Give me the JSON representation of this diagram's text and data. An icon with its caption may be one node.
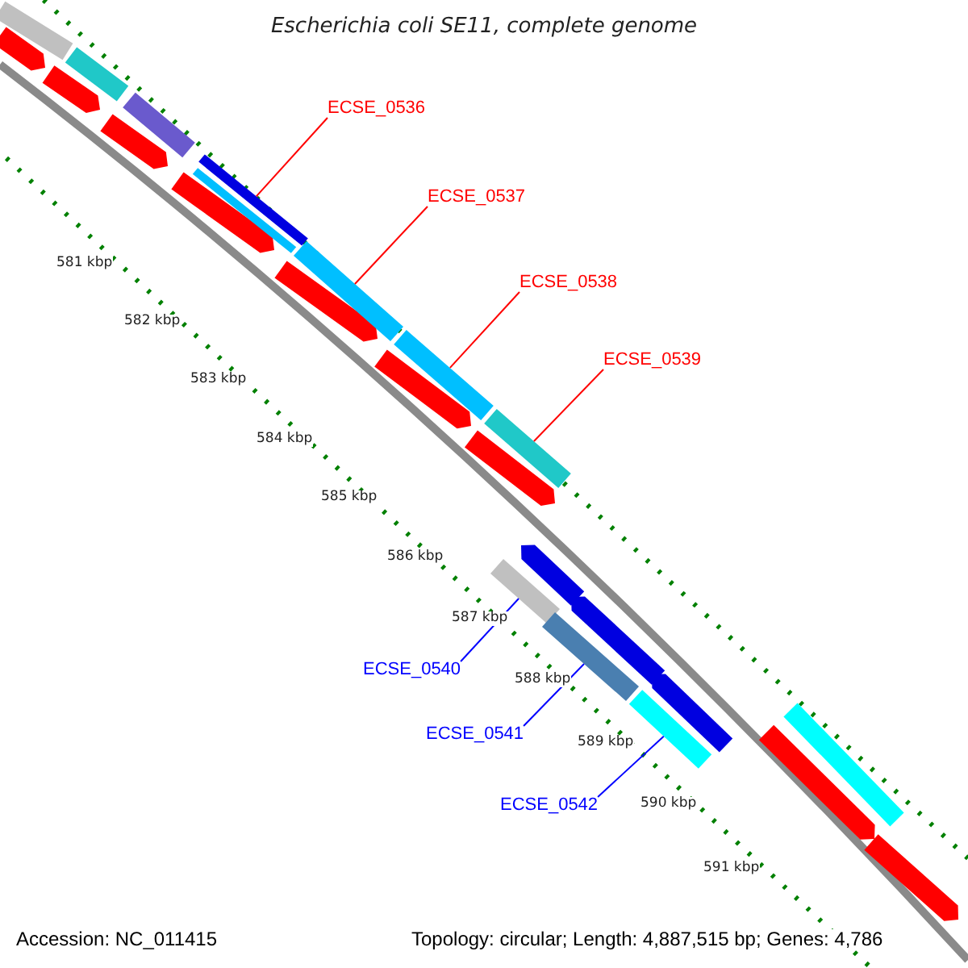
{
  "diagram": {
    "title": "Escherichia coli SE11, complete genome",
    "nodes": [
      {
        "text": [
          "ECSE_0536"
        ]
      },
      {
        "text": [
          "ECSE_0537"
        ]
      },
      {
        "text": [
          "ECSE_0538"
        ]
      },
      {
        "text": [
          "ECSE_0539"
        ]
      },
      {
        "text": [
          "ECSE_0540"
        ]
      },
      {
        "text": [
          "ECSE_0541"
        ]
      },
      {
        "text": [
          "ECSE_0542"
        ]
      },
      {
        "text": [],
        "shape": "bar"
      },
      {
        "text": [],
        "shape": "bar"
      },
      {
        "text": [],
        "shape": "bar"
      },
      {
        "text": [],
        "shape": "bar"
      },
      {
        "text": [],
        "shape": "bar"
      },
      {
        "text": [],
        "shape": "bar"
      },
      {
        "text": [],
        "shape": "bar"
      },
      {
        "text": [],
        "shape": "bar"
      },
      {
        "text": [],
        "shape": "bar"
      }
    ],
    "edges": [
      {
        "from": 0,
        "to": 7,
        "arrow": "none",
        "color": "#ff0000"
      },
      {
        "from": 1,
        "to": 8,
        "arrow": "none",
        "color": "#ff0000"
      },
      {
        "from": 2,
        "to": 9,
        "arrow": "none",
        "color": "#ff0000"
      },
      {
        "from": 3,
        "to": 10,
        "arrow": "none",
        "color": "#ff0000"
      },
      {
        "from": 4,
        "to": 11,
        "arrow": "none",
        "color": "#0000ff"
      },
      {
        "from": 5,
        "to": 12,
        "arrow": "none",
        "color": "#0000ff"
      },
      {
        "from": 6,
        "to": 13,
        "arrow": "none",
        "color": "#0000ff"
      }
    ],
    "labels": [
      "581 kbp",
      "582 kbp",
      "583 kbp",
      "584 kbp",
      "585 kbp",
      "586 kbp",
      "587 kbp",
      "588 kbp",
      "589 kbp",
      "590 kbp",
      "591 kbp",
      "Accession: NC_011415",
      "Topology: circular; Length: 4,887,515 bp; Genes: 4,786"
    ]
  }
}
